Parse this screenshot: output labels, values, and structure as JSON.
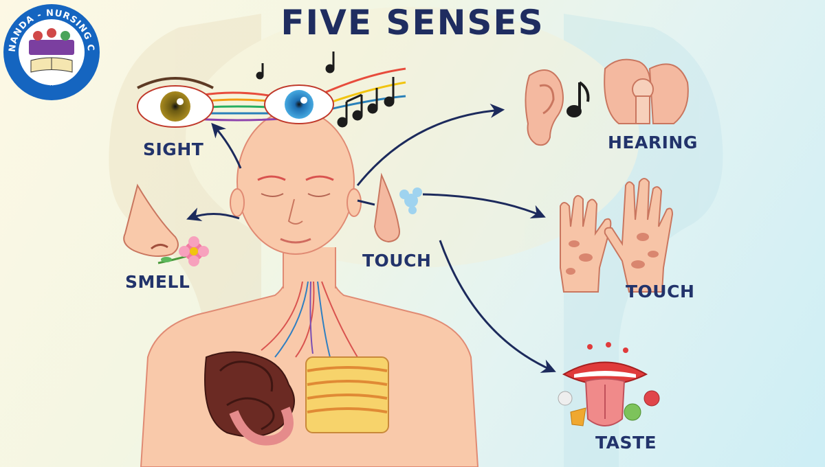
{
  "title": "FIVE SENSES",
  "logo": {
    "text": "NANDA - NURSING CLASSES",
    "icon": "graduates-book-logo"
  },
  "labels": {
    "sight": "SIGHT",
    "smell": "SMELL",
    "touch_center": "TOUCH",
    "hearing": "HEARING",
    "touch_right": "TOUCH",
    "taste": "TASTE"
  },
  "colors": {
    "title": "#1f2d60",
    "label": "#22336b",
    "arrow": "#1c2a5c",
    "skin": "#f9c9aa",
    "logo_blue": "#1565c0"
  }
}
